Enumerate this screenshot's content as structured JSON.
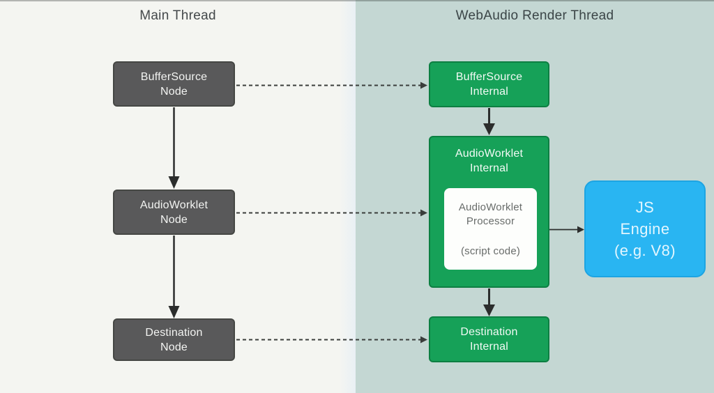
{
  "diagram": {
    "left_panel": {
      "title": "Main Thread",
      "nodes": [
        {
          "line1": "BufferSource",
          "line2": "Node"
        },
        {
          "line1": "AudioWorklet",
          "line2": "Node"
        },
        {
          "line1": "Destination",
          "line2": "Node"
        }
      ]
    },
    "right_panel": {
      "title": "WebAudio Render Thread",
      "nodes": [
        {
          "line1": "BufferSource",
          "line2": "Internal"
        },
        {
          "line1": "AudioWorklet",
          "line2": "Internal"
        },
        {
          "line1": "Destination",
          "line2": "Internal"
        }
      ],
      "processor": {
        "line1": "AudioWorklet",
        "line2": "Processor",
        "line3": "(script code)"
      },
      "js_engine": {
        "line1": "JS",
        "line2": "Engine",
        "line3": "(e.g. V8)"
      }
    },
    "colors": {
      "left_background": "#f4f5f1",
      "right_background": "#c4d7d3",
      "node_box_gray": "#59595a",
      "internal_box_green": "#16a158",
      "internal_border_green": "#0d7f42",
      "js_engine_blue": "#29b5f2",
      "inner_box_white": "#fdfefc",
      "arrow_dark": "#2b2d2c"
    }
  }
}
